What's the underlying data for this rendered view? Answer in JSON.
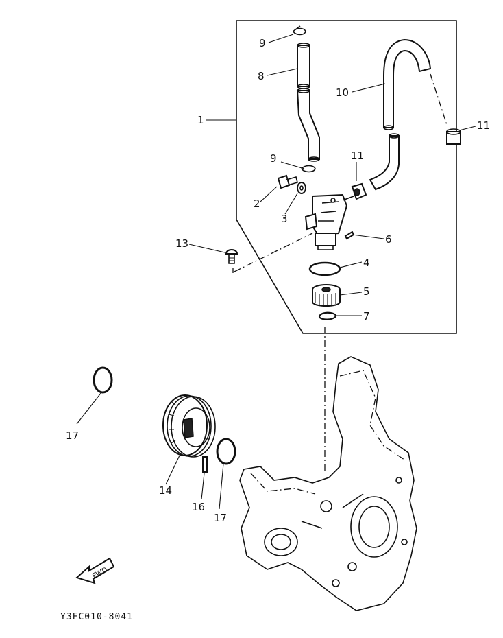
{
  "diagram": {
    "callouts": {
      "p1": "1",
      "p2": "2",
      "p3": "3",
      "p4": "4",
      "p5": "5",
      "p6": "6",
      "p7": "7",
      "p8": "8",
      "p9a": "9",
      "p9b": "9",
      "p10": "10",
      "p11a": "11",
      "p11b": "11",
      "p13": "13",
      "p14": "14",
      "p16": "16",
      "p17a": "17",
      "p17b": "17"
    },
    "fwd_label": "FWD",
    "drawing_code": "Y3FC010-8041"
  },
  "colors": {
    "ink": "#111111",
    "paper": "#ffffff"
  }
}
